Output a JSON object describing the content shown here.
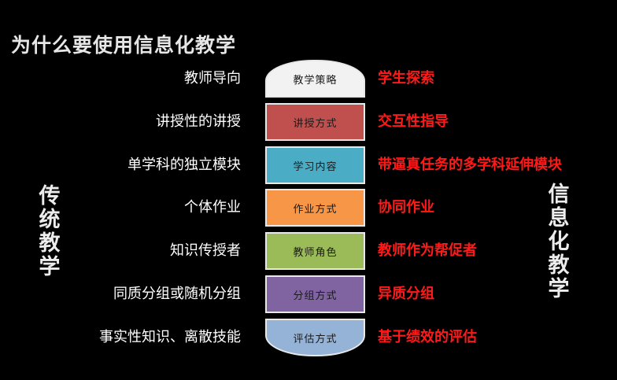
{
  "title": "为什么要使用信息化教学",
  "left_side_label": "传统教学",
  "right_side_label": "信息化教学",
  "colors": {
    "background": "#000000",
    "left_text": "#ffffff",
    "right_text": "#ff1a1a",
    "center_text": "#1a1a1a"
  },
  "rows": [
    {
      "left": "教师导向",
      "center": "教学策略",
      "right": "学生探索",
      "color": "#f2f2f2"
    },
    {
      "left": "讲授性的讲授",
      "center": "讲授方式",
      "right": "交互性指导",
      "color": "#c0504d"
    },
    {
      "left": "单学科的独立模块",
      "center": "学习内容",
      "right": "带逼真任务的多学科延伸模块",
      "color": "#4bacc6"
    },
    {
      "left": "个体作业",
      "center": "作业方式",
      "right": "协同作业",
      "color": "#f79646"
    },
    {
      "left": "知识传授者",
      "center": "教师角色",
      "right": "教师作为帮促者",
      "color": "#9bbb59"
    },
    {
      "left": "同质分组或随机分组",
      "center": "分组方式",
      "right": "异质分组",
      "color": "#8064a2"
    },
    {
      "left": "事实性知识、离散技能",
      "center": "评估方式",
      "right": "基于绩效的评估",
      "color": "#95b3d7"
    }
  ]
}
